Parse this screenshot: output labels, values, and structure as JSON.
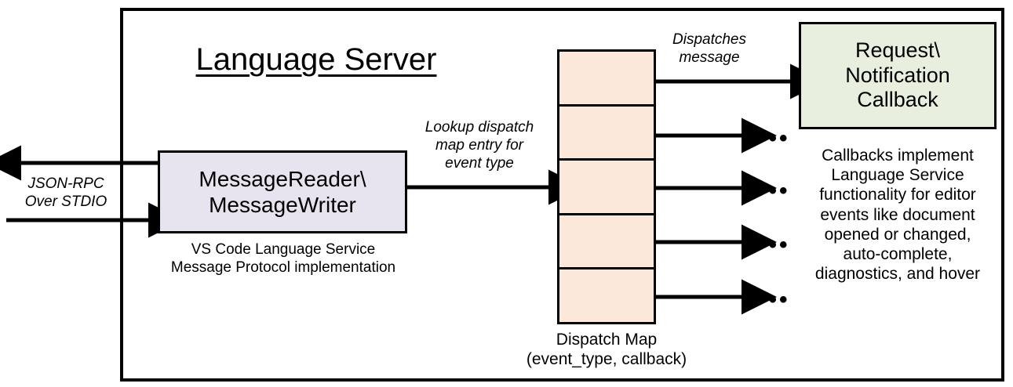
{
  "diagram": {
    "title": "Language Server",
    "frame_label": "Language Server"
  },
  "message_io": {
    "box_label": "MessageReader\\\nMessageWriter",
    "caption": "VS Code Language Service\nMessage Protocol implementation",
    "transport_label": "JSON-RPC\nOver STDIO",
    "outgoing_arrow": "outgoing-json-rpc",
    "incoming_arrow": "incoming-json-rpc"
  },
  "lookup": {
    "label": "Lookup dispatch\nmap entry for\nevent type"
  },
  "dispatch_map": {
    "caption": "Dispatch Map\n(event_type, callback)",
    "row_count": 5,
    "rows": [
      {
        "index": 1,
        "has_dot": true,
        "target": "Request\\Notification Callback"
      },
      {
        "index": 2,
        "has_dot": true,
        "target": "..."
      },
      {
        "index": 3,
        "has_dot": true,
        "target": "..."
      },
      {
        "index": 4,
        "has_dot": true,
        "target": "..."
      },
      {
        "index": 5,
        "has_dot": true,
        "target": "..."
      }
    ],
    "ellipsis": "•••"
  },
  "dispatch": {
    "label": "Dispatches\nmessage"
  },
  "callback": {
    "box_label": "Request\\\nNotification\nCallback",
    "caption": "Callbacks implement\nLanguage Service\nfunctionality for editor\nevents like document\nopened or changed,\nauto-complete,\ndiagnostics, and hover"
  },
  "colors": {
    "message_box_fill": "#E8E4EF",
    "dispatch_map_fill": "#FCE8DA",
    "callback_box_fill": "#E8EFDE",
    "stroke": "#000000",
    "background": "#FFFFFF"
  }
}
